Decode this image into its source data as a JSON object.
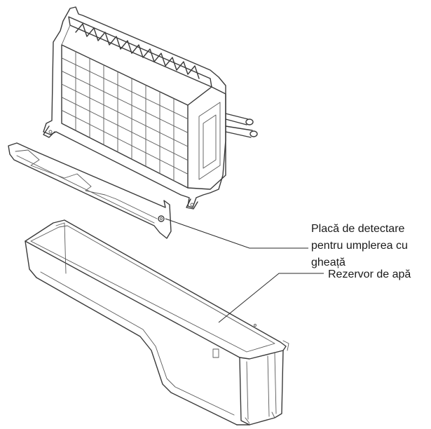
{
  "callouts": {
    "detection_plate": {
      "line1": "Placă de detectare",
      "line2": "pentru umplerea cu",
      "line3": "gheață"
    },
    "water_tank": {
      "label": "Rezervor de apă"
    }
  }
}
